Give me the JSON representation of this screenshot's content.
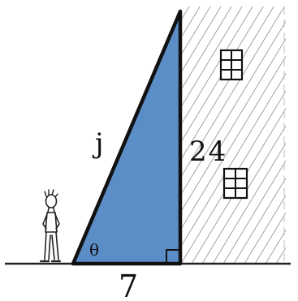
{
  "figure": {
    "hypotenuse_label": "j",
    "vertical_side_label": "24",
    "base_label": "7",
    "angle_label": "θ",
    "right_angle_marked": true
  },
  "colors": {
    "triangle_fill": "#5b8ec7",
    "outline": "#111111",
    "hatching": "#9a9a9a",
    "ground": "#222222"
  },
  "scene": {
    "building": "hatched-wall",
    "window_count": 2,
    "person_icon": "standing-person-icon"
  }
}
